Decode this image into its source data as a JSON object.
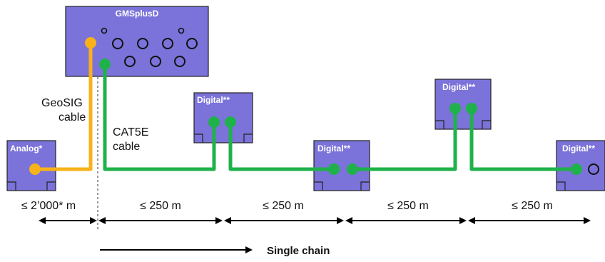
{
  "devices": {
    "main": "GMSplusD",
    "analog": "Analog*",
    "digital": "Digital**"
  },
  "cables": {
    "geosig_line1": "GeoSIG",
    "geosig_line2": "cable",
    "cat5e_line1": "CAT5E",
    "cat5e_line2": "cable"
  },
  "distances": [
    "≤ 2’000* m",
    "≤ 250 m",
    "≤ 250 m",
    "≤ 250 m",
    "≤ 250 m"
  ],
  "chain_label": "Single chain",
  "colors": {
    "device": "#7b73d9",
    "cat5e": "#1fb24a",
    "geosig": "#f7b21a"
  }
}
